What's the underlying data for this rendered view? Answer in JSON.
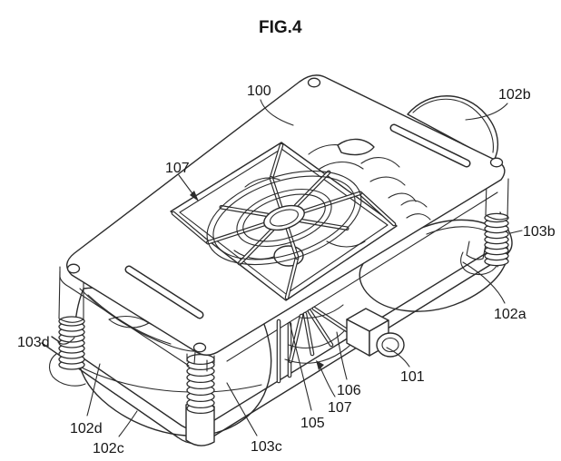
{
  "figure": {
    "title": "FIG.4"
  },
  "labels": [
    {
      "text": "100"
    },
    {
      "text": "102b"
    },
    {
      "text": "107"
    },
    {
      "text": "103b"
    },
    {
      "text": "103d"
    },
    {
      "text": "102a"
    },
    {
      "text": "101"
    },
    {
      "text": "106"
    },
    {
      "text": "107"
    },
    {
      "text": "105"
    },
    {
      "text": "102d"
    },
    {
      "text": "102c"
    },
    {
      "text": "103c"
    }
  ],
  "colors": {
    "line": "#2b2b2b",
    "text": "#161616",
    "background": "#ffffff"
  }
}
